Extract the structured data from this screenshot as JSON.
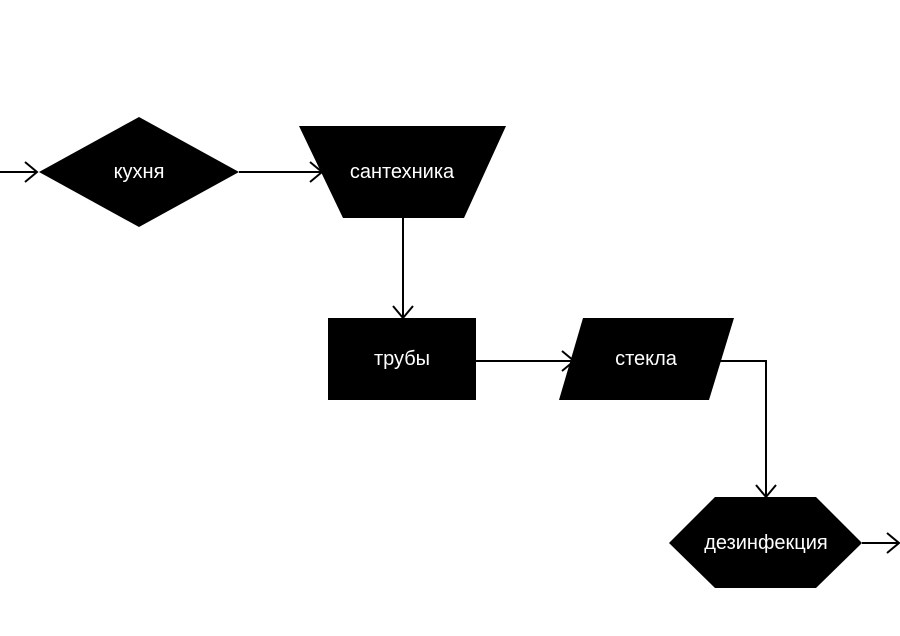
{
  "diagram": {
    "nodes": {
      "kitchen": {
        "label": "кухня",
        "shape": "diamond"
      },
      "plumbing": {
        "label": "сантехника",
        "shape": "trapezoid"
      },
      "pipes": {
        "label": "трубы",
        "shape": "rectangle"
      },
      "glass": {
        "label": "стекла",
        "shape": "parallelogram"
      },
      "disinfection": {
        "label": "дезинфекция",
        "shape": "hexagon"
      }
    },
    "edges": [
      {
        "from": "",
        "to": "kitchen"
      },
      {
        "from": "kitchen",
        "to": "plumbing"
      },
      {
        "from": "plumbing",
        "to": "pipes"
      },
      {
        "from": "pipes",
        "to": "glass"
      },
      {
        "from": "glass",
        "to": "disinfection"
      },
      {
        "from": "disinfection",
        "to": ""
      }
    ],
    "colors": {
      "node_fill": "#000000",
      "node_text": "#ffffff",
      "edge": "#000000",
      "background": "#ffffff"
    }
  }
}
